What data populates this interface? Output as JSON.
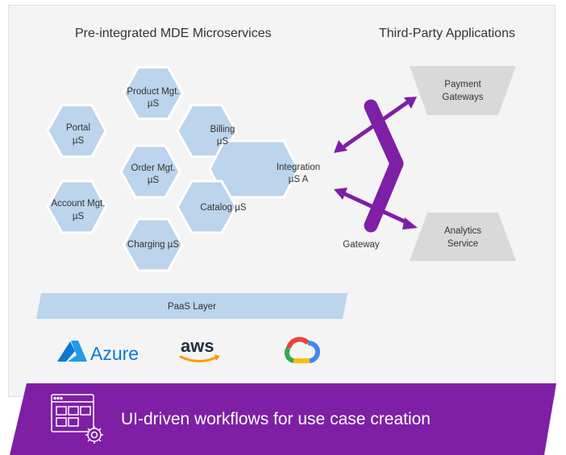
{
  "headings": {
    "left": "Pre-integrated MDE Microservices",
    "right": "Third-Party Applications"
  },
  "hexagons": [
    {
      "id": "product",
      "line1": "Product Mgt.",
      "line2": "µS"
    },
    {
      "id": "portal",
      "line1": "Portal",
      "line2": "µS"
    },
    {
      "id": "billing",
      "line1": "Billing",
      "line2": "µS"
    },
    {
      "id": "order",
      "line1": "Order Mgt.",
      "line2": "µS"
    },
    {
      "id": "integration",
      "line1": "Integration",
      "line2": "µS A"
    },
    {
      "id": "account",
      "line1": "Account Mgt.",
      "line2": "µS"
    },
    {
      "id": "catalog",
      "line1": "Catalog µS",
      "line2": ""
    },
    {
      "id": "charging",
      "line1": "Charging µS",
      "line2": ""
    }
  ],
  "third_party": [
    {
      "id": "payment",
      "line1": "Payment",
      "line2": "Gateways"
    },
    {
      "id": "analytics",
      "line1": "Analytics",
      "line2": "Service"
    }
  ],
  "gateway_label": "Gateway",
  "paas_label": "PaaS Layer",
  "logos": {
    "azure": "Azure",
    "aws": "aws",
    "gcp_icon": "google-cloud-icon"
  },
  "banner": {
    "text": "UI-driven workflows for use case creation",
    "icon": "workflow-settings-icon"
  },
  "colors": {
    "hexagon": "#bcd4ec",
    "third_party_box": "#d9d9d9",
    "gateway_arrow": "#7e1fa6",
    "banner": "#7e1fa6",
    "azure": "#0a78d4",
    "aws_smile": "#ff9900"
  }
}
